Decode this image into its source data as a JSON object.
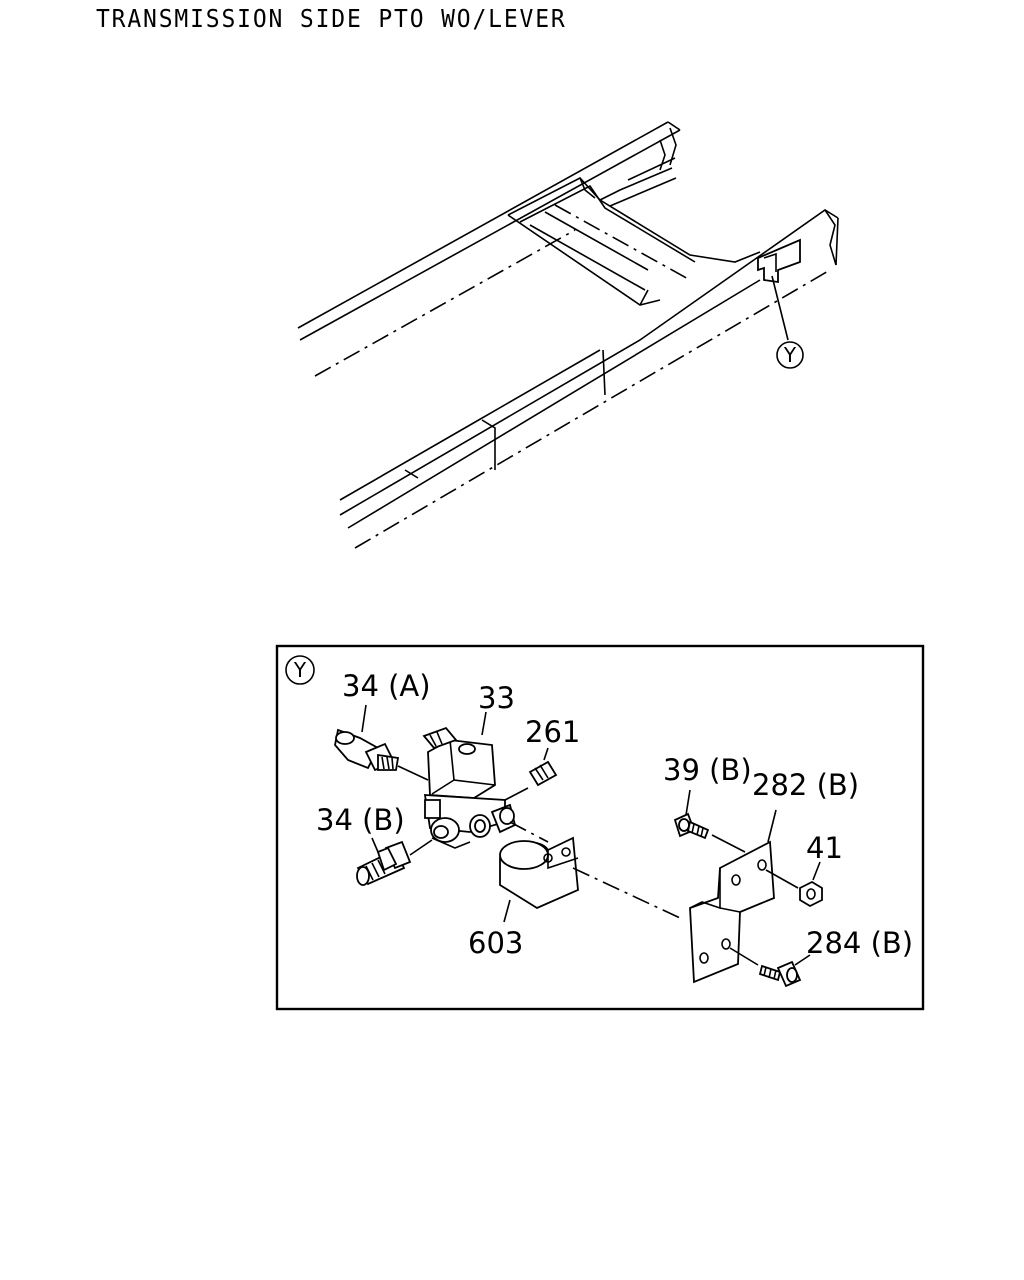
{
  "title": "TRANSMISSION SIDE PTO WO/LEVER",
  "callout_overview": "Y",
  "callout_detail": "Y",
  "part_labels": {
    "p34a": "34 (A)",
    "p33": "33",
    "p261": "261",
    "p34b": "34 (B)",
    "p39b": "39 (B)",
    "p282b": "282 (B)",
    "p41": "41",
    "p603": "603",
    "p284b": "284 (B)"
  },
  "colors": {
    "ink": "#000000",
    "paper": "#ffffff"
  }
}
